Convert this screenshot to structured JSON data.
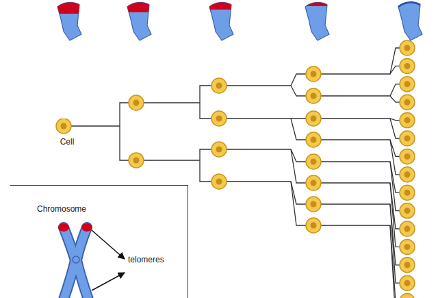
{
  "diagram": {
    "nodes": [
      {
        "text": [
          "Cell"
        ]
      },
      {
        "text": [
          "Chromosome",
          "telomeres"
        ]
      }
    ]
  }
}
